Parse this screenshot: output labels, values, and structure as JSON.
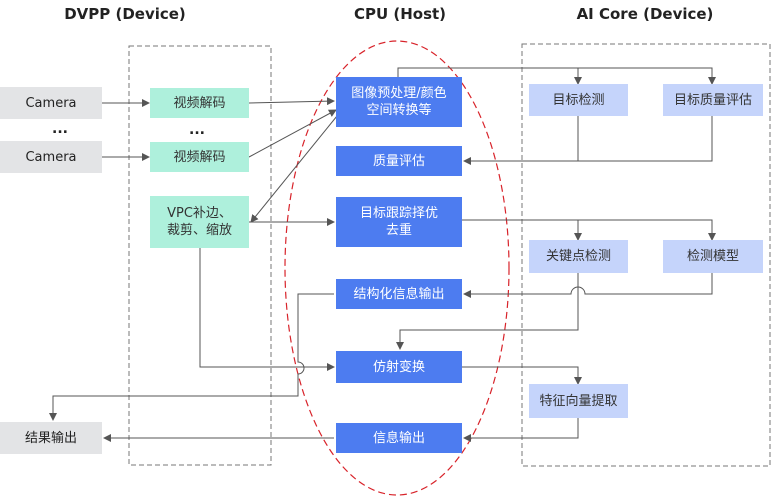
{
  "headers": {
    "dvpp": "DVPP (Device)",
    "cpu": "CPU (Host)",
    "aicore": "AI Core (Device)"
  },
  "inputs": {
    "camera1": "Camera",
    "dots_left": "...",
    "camera2": "Camera",
    "output": "结果输出"
  },
  "dvpp": {
    "decode1": "视频解码",
    "dots": "...",
    "decode2": "视频解码",
    "vpc_line1": "VPC补边、",
    "vpc_line2": "裁剪、缩放"
  },
  "cpu": {
    "preprocess_line1": "图像预处理/颜色",
    "preprocess_line2": "空间转换等",
    "quality_eval": "质量评估",
    "tracking_line1": "目标跟踪择优",
    "tracking_line2": "去重",
    "struct_output": "结构化信息输出",
    "affine": "仿射变换",
    "info_output": "信息输出"
  },
  "aicore": {
    "detection": "目标检测",
    "quality_eval": "目标质量评估",
    "keypoint": "关键点检测",
    "detect_model": "检测模型",
    "feature": "特征向量提取"
  },
  "colors": {
    "input_gray": "#e3e4e6",
    "dvpp_teal": "#aef0dc",
    "cpu_blue": "#4d7cf0",
    "aicore_lightblue": "#c5d4fb",
    "cpu_ellipse": "#d8232a",
    "arrow": "#555555"
  }
}
